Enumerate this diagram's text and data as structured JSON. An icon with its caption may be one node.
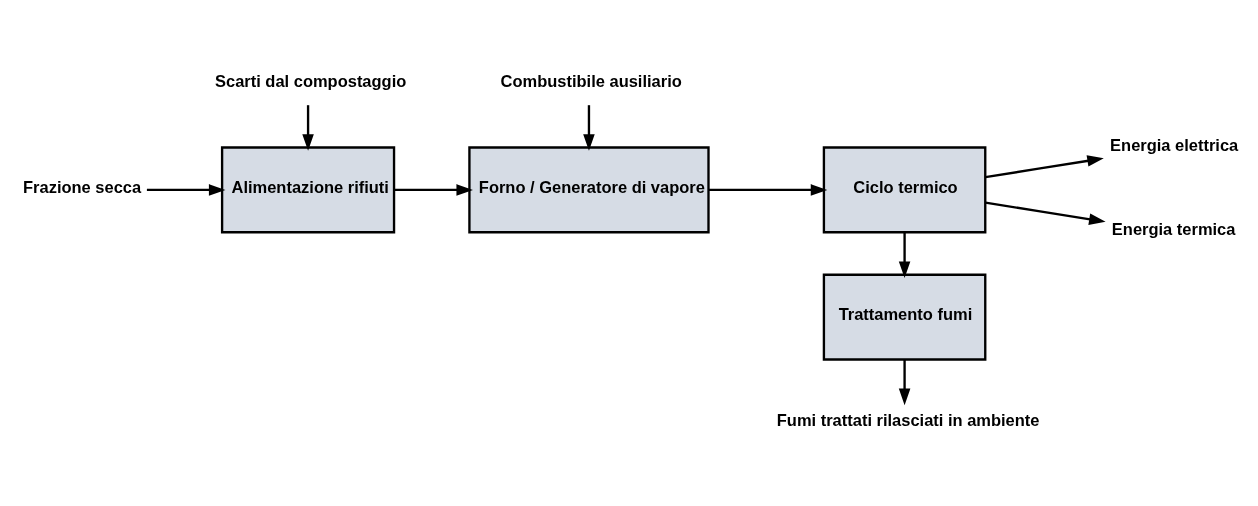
{
  "diagram": {
    "nodes": [
      {
        "text": [
          "Frazione secca"
        ]
      },
      {
        "text": [
          "Alimentazione rifiuti"
        ]
      },
      {
        "text": [
          "Scarti dal compostaggio"
        ]
      },
      {
        "text": [
          "Forno / Generatore di vapore"
        ]
      },
      {
        "text": [
          "Combustibile ausiliario"
        ]
      },
      {
        "text": [
          "Ciclo termico"
        ]
      },
      {
        "text": [
          "Energia elettrica"
        ]
      },
      {
        "text": [
          "Energia termica"
        ]
      },
      {
        "text": [
          "Trattamento fumi"
        ]
      },
      {
        "text": [
          "Fumi trattati rilasciati in ambiente"
        ]
      }
    ],
    "edges": [
      {
        "from": 0,
        "to": 1,
        "arrow": "to"
      },
      {
        "from": 2,
        "to": 1,
        "arrow": "to"
      },
      {
        "from": 1,
        "to": 3,
        "arrow": "to"
      },
      {
        "from": 4,
        "to": 3,
        "arrow": "to"
      },
      {
        "from": 3,
        "to": 5,
        "arrow": "to"
      },
      {
        "from": 5,
        "to": 6,
        "arrow": "to"
      },
      {
        "from": 5,
        "to": 7,
        "arrow": "to"
      },
      {
        "from": 5,
        "to": 8,
        "arrow": "to"
      },
      {
        "from": 8,
        "to": 9,
        "arrow": "to"
      }
    ]
  }
}
